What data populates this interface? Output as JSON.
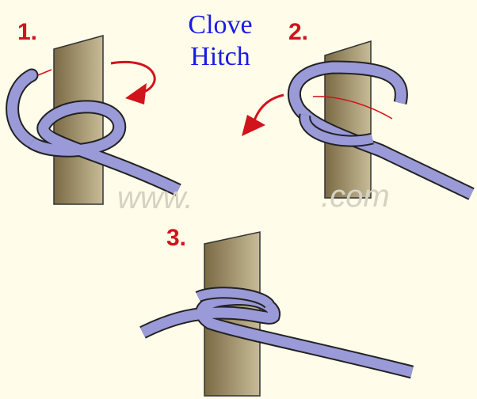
{
  "title": {
    "line1": "Clove",
    "line2": "Hitch"
  },
  "steps": [
    "1.",
    "2.",
    "3."
  ],
  "watermark": {
    "left": "www.",
    "right": ".com"
  },
  "colors": {
    "rope": "#9a9ad8",
    "arrow": "#d0141c",
    "title": "#1a1ae6",
    "post_dark": "#7a6a44",
    "post_light": "#c8bc98"
  }
}
